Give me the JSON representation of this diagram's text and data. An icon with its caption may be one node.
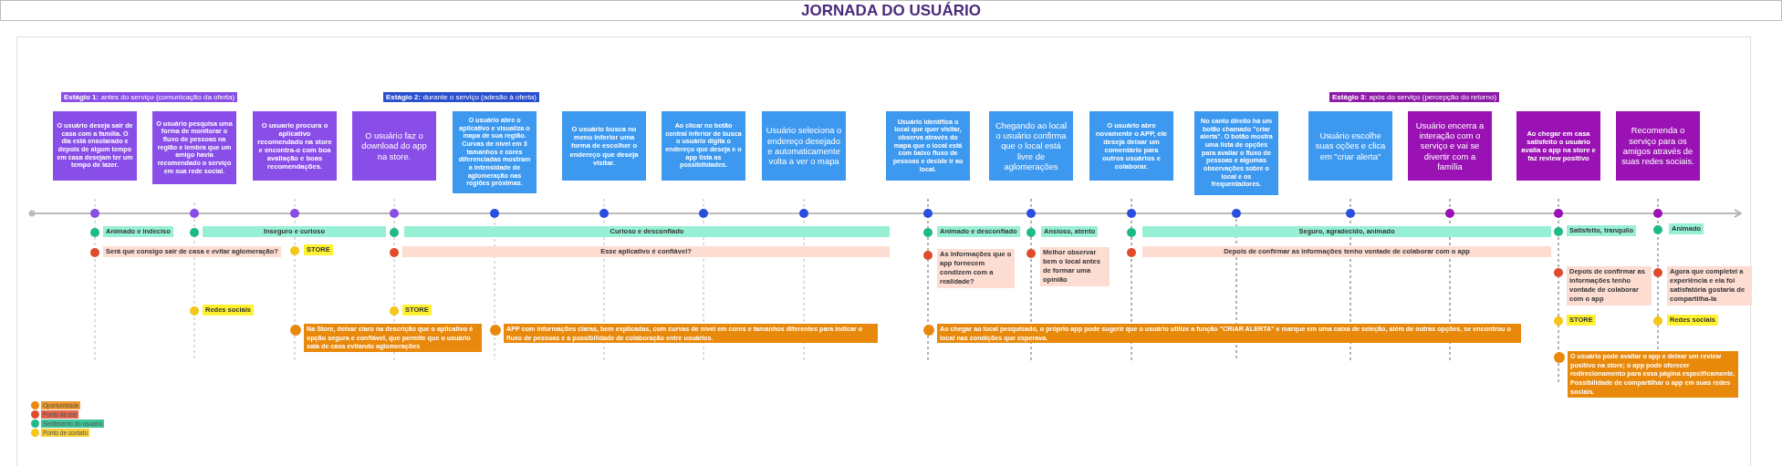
{
  "diagram": {
    "title": "JORNADA DO USUÁRIO",
    "nodes": [
      {
        "text": [
          "**Estágio 1:** antes do serviço (comunicação da oferta)"
        ]
      },
      {
        "text": [
          "**Estágio 2:** durante o serviço (adesão à oferta)"
        ]
      },
      {
        "text": [
          "**Estágio 3:** após do serviço (percepção do retorno)"
        ]
      },
      {
        "text": [
          "O usuário deseja sair de casa com a família. O dia está ensolarado e depois de algum tempo em casa desejam ter um tempo de lazer."
        ]
      },
      {
        "text": [
          "O usuário pesquisa uma forma de monitorar o fluxo de pessoas na região e lembra que um amigo havia recomendado o serviço em sua rede social."
        ]
      },
      {
        "text": [
          "O usuario procura o aplicativo recomendado na store e encontra-o com boa avaliação e boas recomendações."
        ]
      },
      {
        "text": [
          "O usuário faz o download do app na store."
        ]
      },
      {
        "text": [
          "O usuário abre o aplicativo e visualiza o mapa de sua região. Curvas de nível em 3 tamanhos e cores diferenciadas mostram a intensidade de aglomeração nas regiões próximas."
        ]
      },
      {
        "text": [
          "O usuário busca no menu inferior uma forma de escolher o endereço que deseja visitar."
        ]
      },
      {
        "text": [
          "Ao clicar no botão central inferior de busca o usuário digita o endereço que deseja e o app lista as possibilidades."
        ]
      },
      {
        "text": [
          "Usuário seleciona o endereço desejado e automaticamente volta a ver o mapa"
        ]
      },
      {
        "text": [
          "Usuário identifica o local que quer visitar, observa através do mapa que o local está com baixo fluxo de pessoas e decide ir ao local."
        ]
      },
      {
        "text": [
          "Chegando ao local o usuário confirma que o local está livre de aglomerações"
        ]
      },
      {
        "text": [
          "O usuário abre novamente o APP, ele deseja deixar um comentário para outros usuários e colaborar."
        ]
      },
      {
        "text": [
          "No canto direito há um botão chamado \"criar alerta\". O botão mostra uma lista de opções para avaliar o fluxo de pessoas e algumas observações sobre o local e os frequentadores."
        ]
      },
      {
        "text": [
          "Usuário escolhe suas oções e clica em \"criar alerta\""
        ]
      },
      {
        "text": [
          "Usuário encerra a interação com o serviço e vai se divertir com a família"
        ]
      },
      {
        "text": [
          "Ao chegar em casa satisfeito o usuário avalia o app na store e faz review positivo"
        ]
      },
      {
        "text": [
          "Recomenda o serviço para os amigos através de suas redes sociais."
        ]
      },
      {
        "text": [
          "Animado e indeciso"
        ]
      },
      {
        "text": [
          "Inseguro e curioso"
        ]
      },
      {
        "text": [
          "Curioso e desconfiado"
        ]
      },
      {
        "text": [
          "Animado e desconfiado"
        ]
      },
      {
        "text": [
          "Ansioso, atento"
        ]
      },
      {
        "text": [
          "Seguro, agradecido, animado"
        ]
      },
      {
        "text": [
          "Satisfeito, tranquilo"
        ]
      },
      {
        "text": [
          "Animado"
        ]
      },
      {
        "text": [
          "Será que consigo sair de casa e evitar aglomeração?"
        ]
      },
      {
        "text": [
          "Esse aplicativo é confiável?"
        ]
      },
      {
        "text": [
          "As informações que o app fornecem condizem com a realidade?"
        ]
      },
      {
        "text": [
          "Melhor observar bem o local antes de formar uma opinião"
        ]
      },
      {
        "text": [
          "Depois de confirmar as informações tenho vontade de colaborar com o app"
        ]
      },
      {
        "text": [
          "Depois de confirmar as informações tenho vontade de colaborar com o app"
        ]
      },
      {
        "text": [
          "Agora que completei a experiência e ela foi satisfatória gostaria de compartilha-la"
        ]
      },
      {
        "text": [
          "STORE"
        ]
      },
      {
        "text": [
          "Redes sociais"
        ]
      },
      {
        "text": [
          "STORE"
        ]
      },
      {
        "text": [
          "STORE"
        ]
      },
      {
        "text": [
          "Redes sociais"
        ]
      },
      {
        "text": [
          "Na Store, deixar claro na descrição que o aplicativo é opção segura e confiável, que permite que o usuário saia de casa evitando aglomerações"
        ]
      },
      {
        "text": [
          "APP com informações claras, bem explicadas, com curvas de nível em cores e tamanhos diferentes para indicar o fluxo de pessoas e a possibilidade de colaboração entre usuários."
        ]
      },
      {
        "text": [
          "Ao chegar ao local pesquisado, o próprio app pode sugerir que o usuário utilize a função \"CRIAR ALERTA\"  e marque em uma caixa de seleção, além de outras opções, se encontrou o local nas condições que esperava."
        ]
      },
      {
        "text": [
          "O usuário pode avaliar o app e deixar um review positivo na store; o app pode oferecer redirecionamento para essa página especificamente.",
          "Possibilidade de compartilhar o app em suas redes sociais."
        ]
      }
    ],
    "legend": [
      {
        "text": "Oportunidade",
        "color": "#e8890c"
      },
      {
        "text": "Ponto de dor",
        "color": "#e04b2c"
      },
      {
        "text": "Sentimento do usuário",
        "color": "#1fba8a"
      },
      {
        "text": "Ponto de contato",
        "color": "#f5c518"
      }
    ]
  }
}
